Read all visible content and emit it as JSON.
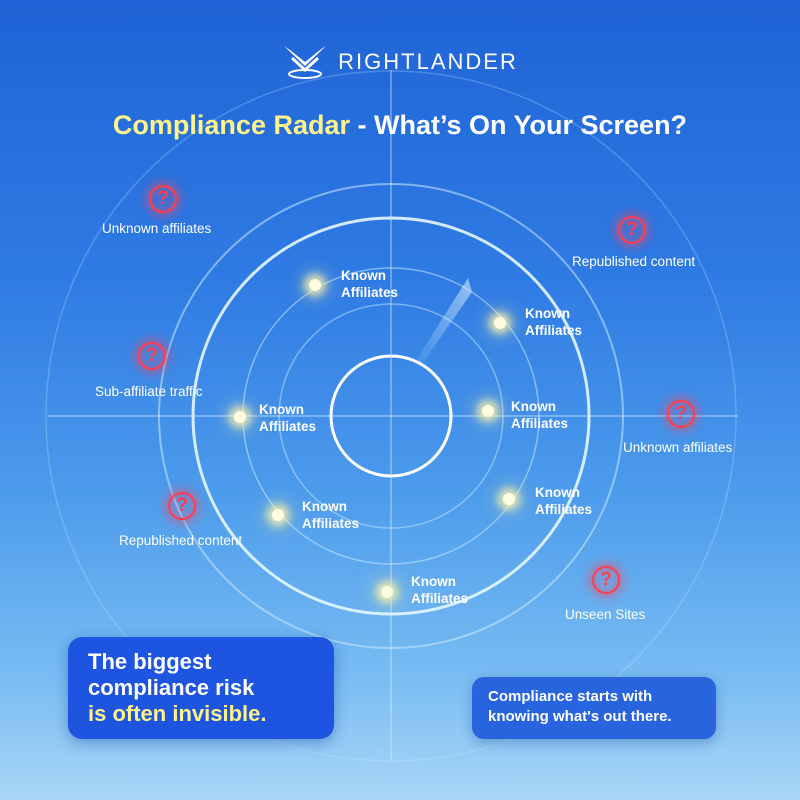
{
  "brand": {
    "name": "RIGHTLANDER"
  },
  "title": {
    "highlight": "Compliance Radar",
    "rest": " - What’s On Your Screen?"
  },
  "unknowns": [
    {
      "label": "Unknown affiliates"
    },
    {
      "label": "Republished content"
    },
    {
      "label": "Sub-affiliate traffic"
    },
    {
      "label": "Unknown affiliates"
    },
    {
      "label": "Republished content"
    },
    {
      "label": "Unseen Sites"
    }
  ],
  "known": [
    {
      "line1": "Known",
      "line2": "Affiliates"
    },
    {
      "line1": "Known",
      "line2": "Affiliates"
    },
    {
      "line1": "Known",
      "line2": "Affiliates"
    },
    {
      "line1": "Known",
      "line2": "Affiliates"
    },
    {
      "line1": "Known",
      "line2": "Affiliates"
    },
    {
      "line1": "Known",
      "line2": "Affiliates"
    },
    {
      "line1": "Known",
      "line2": "Affiliates"
    }
  ],
  "callout_left": {
    "line1": "The biggest",
    "line2": "compliance risk",
    "line3": "is often invisible."
  },
  "callout_right": {
    "line1": "Compliance starts with",
    "line2": "knowing what's out there."
  },
  "colors": {
    "accent_yellow": "#fff38a",
    "alert_red": "#ff3d4e",
    "ring": "#bfe8ff",
    "box": "#1d55e0"
  }
}
